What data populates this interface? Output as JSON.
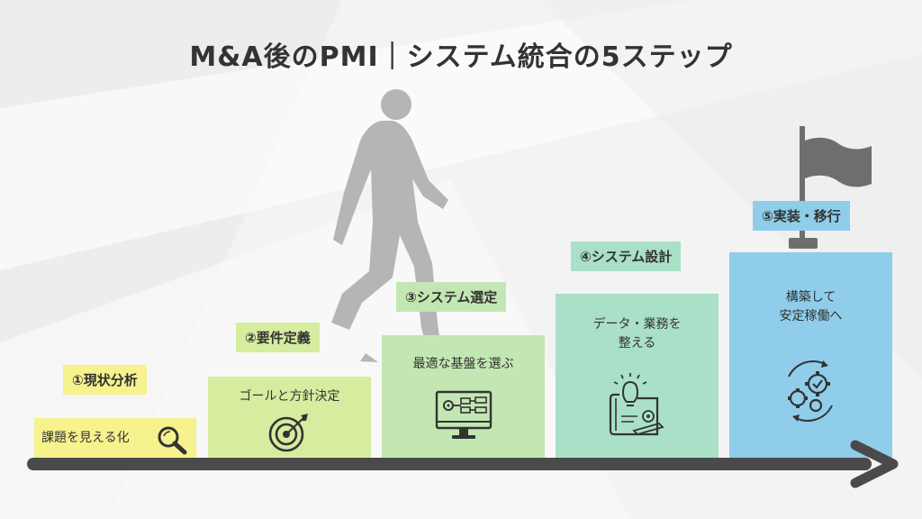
{
  "title": "M&A後のPMI｜システム統合の5ステップ",
  "steps": [
    {
      "label": "①現状分析",
      "text": "課題を見える化",
      "color": "#f6f28d",
      "icon": "magnifier-icon"
    },
    {
      "label": "②要件定義",
      "text": "ゴールと方針決定",
      "color": "#d6ec9f",
      "icon": "target-icon"
    },
    {
      "label": "③システム選定",
      "text": "最適な基盤を選ぶ",
      "color": "#c2e7b3",
      "icon": "system-monitor-icon"
    },
    {
      "label": "④システム設計",
      "text_lines": [
        "データ・業務を",
        "整える"
      ],
      "color": "#a9e0c7",
      "icon": "blueprint-lightbulb-icon"
    },
    {
      "label": "⑤実装・移行",
      "text_lines": [
        "構築して",
        "安定稼働へ"
      ],
      "color": "#8fcdea",
      "icon": "gears-cycle-icon"
    }
  ],
  "colors": {
    "arrow": "#4a4a4a",
    "silhouette": "#b5b5b5",
    "flag": "#6e6e6e"
  }
}
